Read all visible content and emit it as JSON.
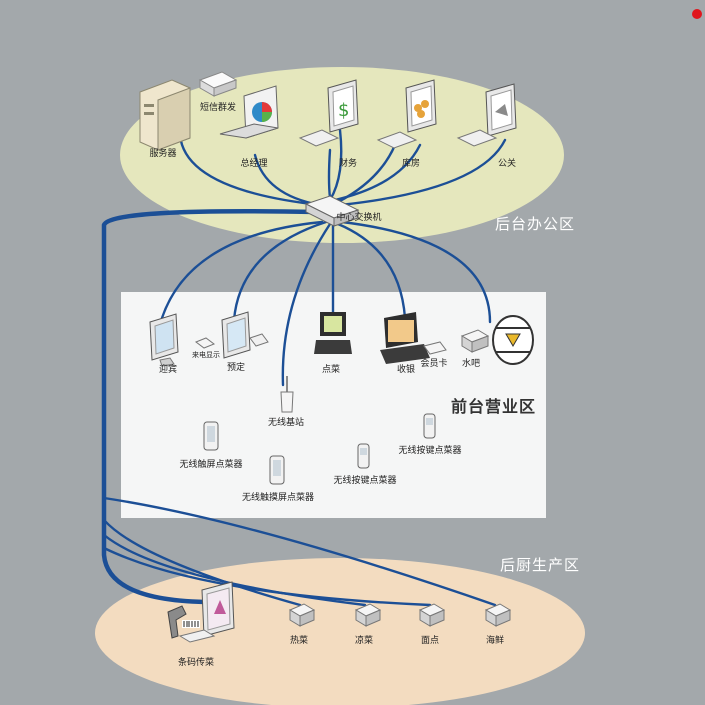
{
  "zones": {
    "office": "后台办公区",
    "front": "前台营业区",
    "kitchen": "后厨生产区"
  },
  "devices": {
    "server": "服务器",
    "sms": "短信群发",
    "manager": "总经理",
    "finance": "财务",
    "warehouse": "库房",
    "pr": "公关",
    "switch": "中心交换机",
    "greeting": "迎宾",
    "caller_id": "来电显示",
    "reservation": "预定",
    "order": "点菜",
    "cashier": "收银",
    "member_card": "会员卡",
    "bar": "水吧",
    "base_station": "无线基站",
    "touch_terminal_1": "无线触屏点菜器",
    "touch_terminal_2": "无线触摸屏点菜器",
    "key_terminal_1": "无线按键点菜器",
    "key_terminal_2": "无线按键点菜器",
    "barcode": "条码传菜",
    "hot_dish": "热菜",
    "cold_dish": "凉菜",
    "pastry": "面点",
    "seafood": "海鲜"
  },
  "colors": {
    "background": "#a3a8ab",
    "office_zone": "#e5e7bd",
    "front_zone": "#f5f6f6",
    "kitchen_zone": "#f3dcc0",
    "cable": "#1c4f96",
    "status_dot": "#e0151c"
  }
}
